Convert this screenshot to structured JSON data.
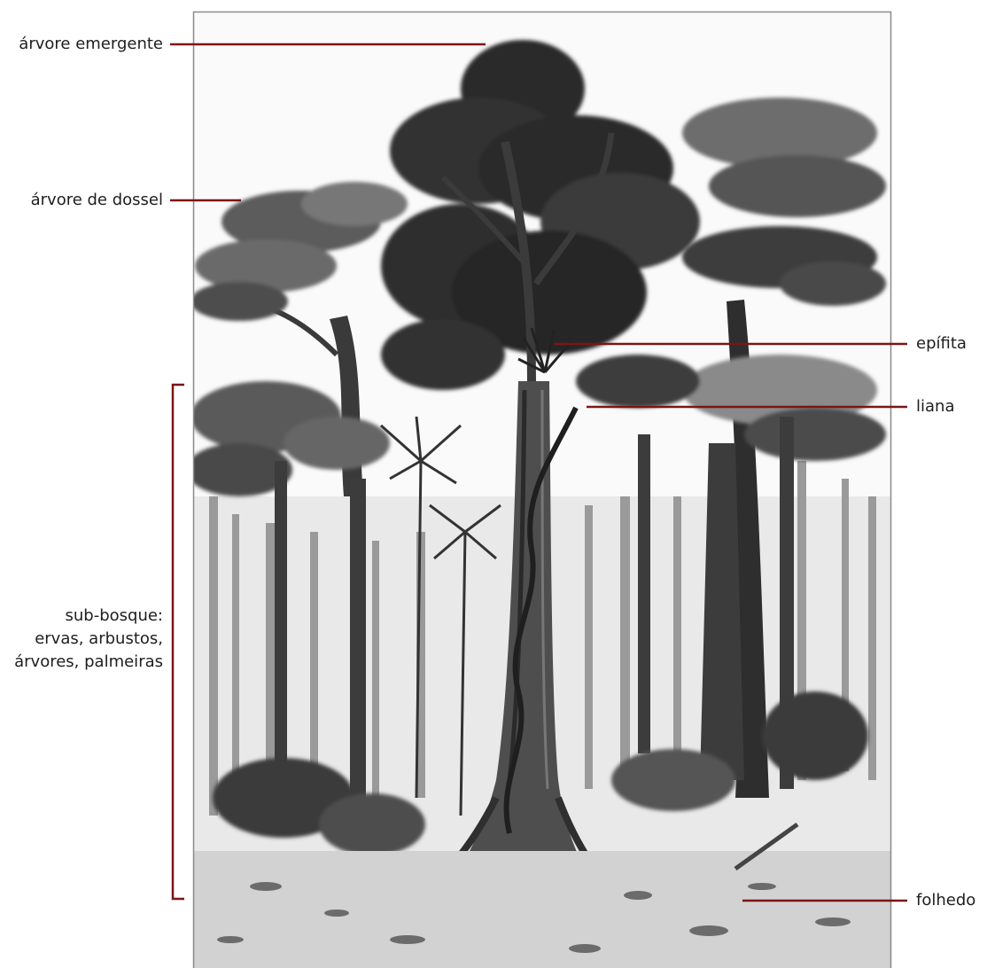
{
  "labels": {
    "emergent": "árvore emergente",
    "canopy": "árvore de dossel",
    "understory": [
      "sub-bosque:",
      "ervas, arbustos,",
      "árvores, palmeiras"
    ],
    "epiphyte": "epífita",
    "liana": "liana",
    "litter": "folhedo"
  },
  "colors": {
    "leader": "#7b1515",
    "frame": "#8a8a8a"
  }
}
